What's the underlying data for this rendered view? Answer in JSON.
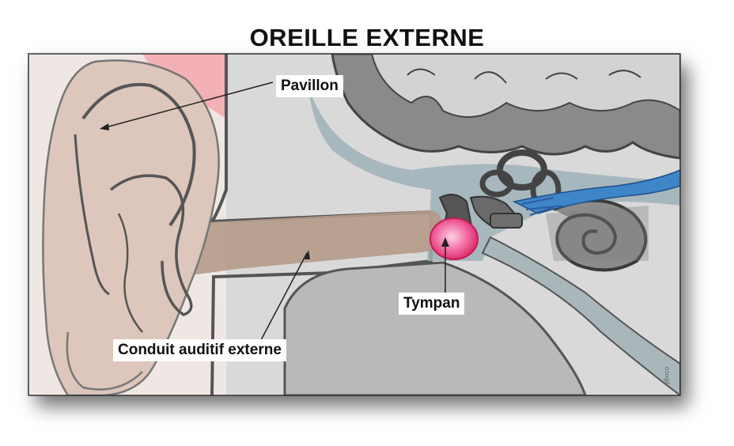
{
  "diagram": {
    "title": "OREILLE EXTERNE",
    "labels": {
      "pavillon": "Pavillon",
      "conduit": "Conduit auditif externe",
      "tympan": "Tympan"
    },
    "signature": "JBoco"
  }
}
